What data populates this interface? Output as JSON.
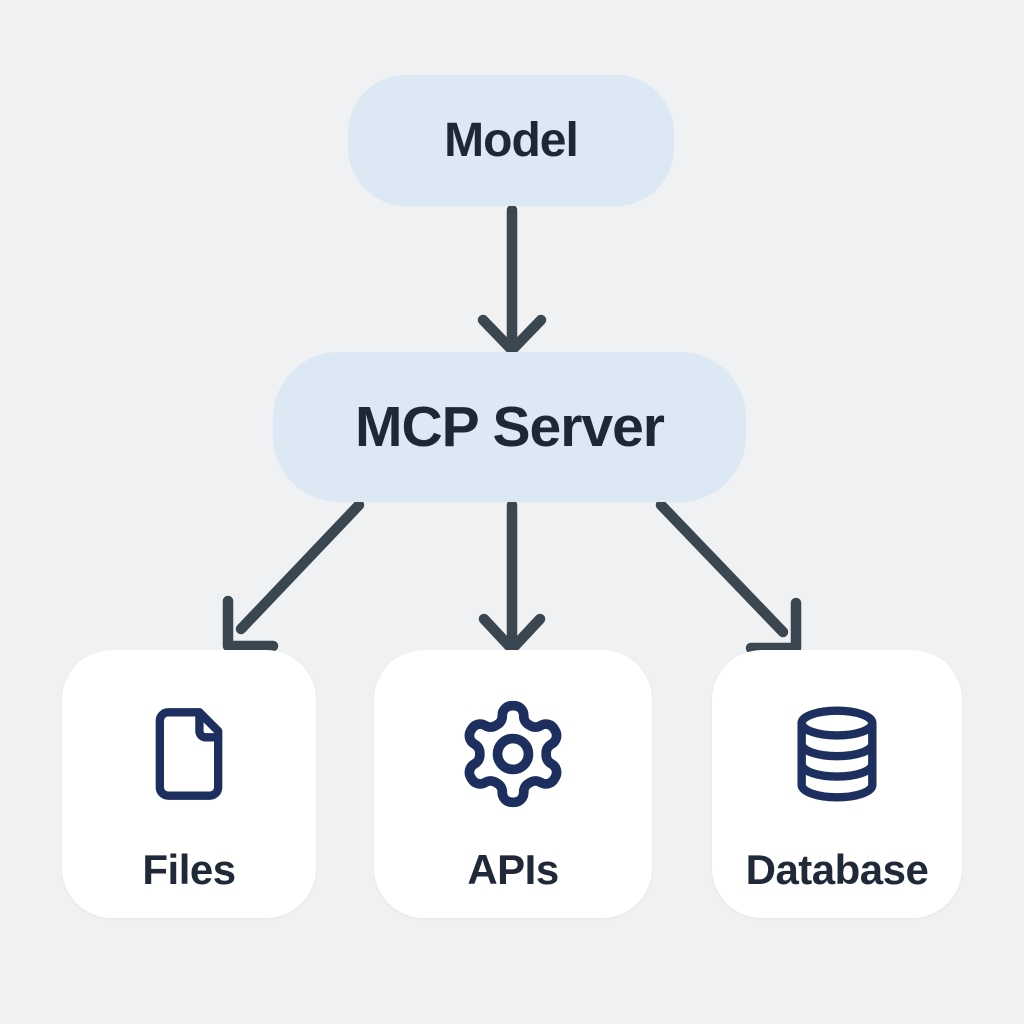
{
  "colors": {
    "background": "#f0f1f3",
    "node_fill": "#dce8f4",
    "node_text": "#1e2834",
    "arrow": "#3a4650",
    "card_fill": "#ffffff",
    "card_text": "#1f2937",
    "icon": "#1c2f5e"
  },
  "diagram": {
    "type": "flowchart",
    "nodes": {
      "model": {
        "label": "Model"
      },
      "mcp_server": {
        "label": "MCP Server"
      },
      "targets": [
        {
          "id": "files",
          "label": "Files",
          "icon": "file-icon"
        },
        {
          "id": "apis",
          "label": "APIs",
          "icon": "gear-icon"
        },
        {
          "id": "database",
          "label": "Database",
          "icon": "database-icon"
        }
      ]
    },
    "edges": [
      {
        "from": "Model",
        "to": "MCP Server"
      },
      {
        "from": "MCP Server",
        "to": "Files"
      },
      {
        "from": "MCP Server",
        "to": "APIs"
      },
      {
        "from": "MCP Server",
        "to": "Database"
      }
    ]
  }
}
